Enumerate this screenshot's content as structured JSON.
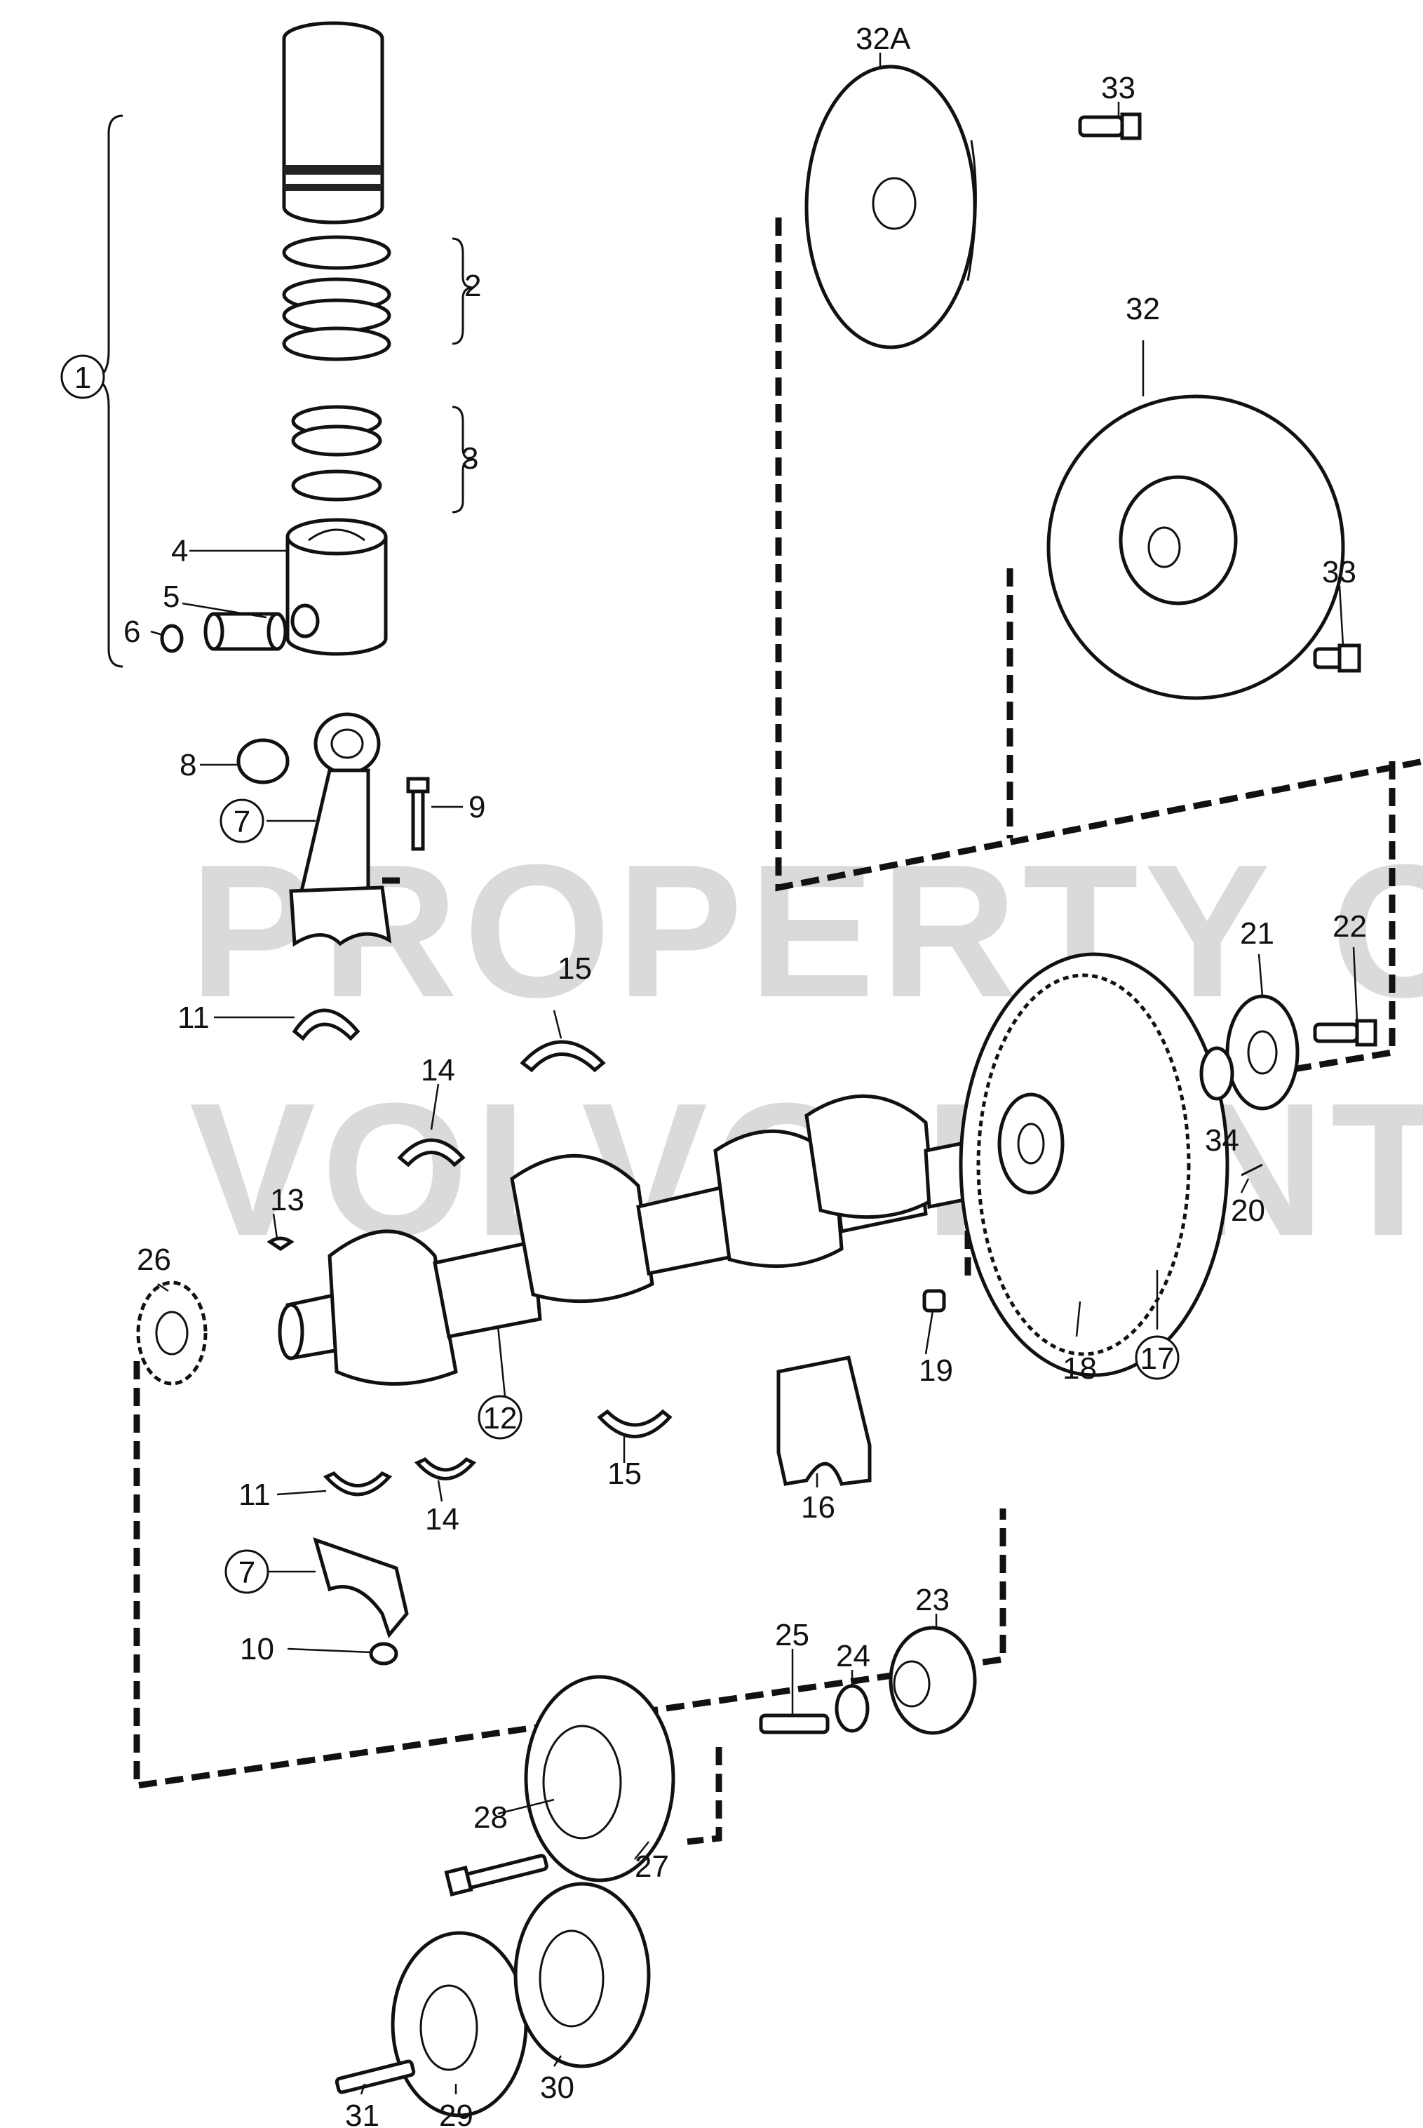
{
  "watermark": {
    "line1": "PROPERTY OF",
    "line2": "VOLVO PENTA"
  },
  "callouts": {
    "c1": "1",
    "c2": "2",
    "c3": "3",
    "c4": "4",
    "c5": "5",
    "c6": "6",
    "c7a": "7",
    "c7b": "7",
    "c8": "8",
    "c9": "9",
    "c10": "10",
    "c11a": "11",
    "c11b": "11",
    "c12": "12",
    "c13": "13",
    "c14a": "14",
    "c14b": "14",
    "c15a": "15",
    "c15b": "15",
    "c16": "16",
    "c17": "17",
    "c18": "18",
    "c19": "19",
    "c20": "20",
    "c21": "21",
    "c22": "22",
    "c23": "23",
    "c24": "24",
    "c25": "25",
    "c26": "26",
    "c27": "27",
    "c28": "28",
    "c29": "29",
    "c30": "30",
    "c31": "31",
    "c32": "32",
    "c32a": "32A",
    "c33a": "33",
    "c33b": "33",
    "c34": "34"
  }
}
